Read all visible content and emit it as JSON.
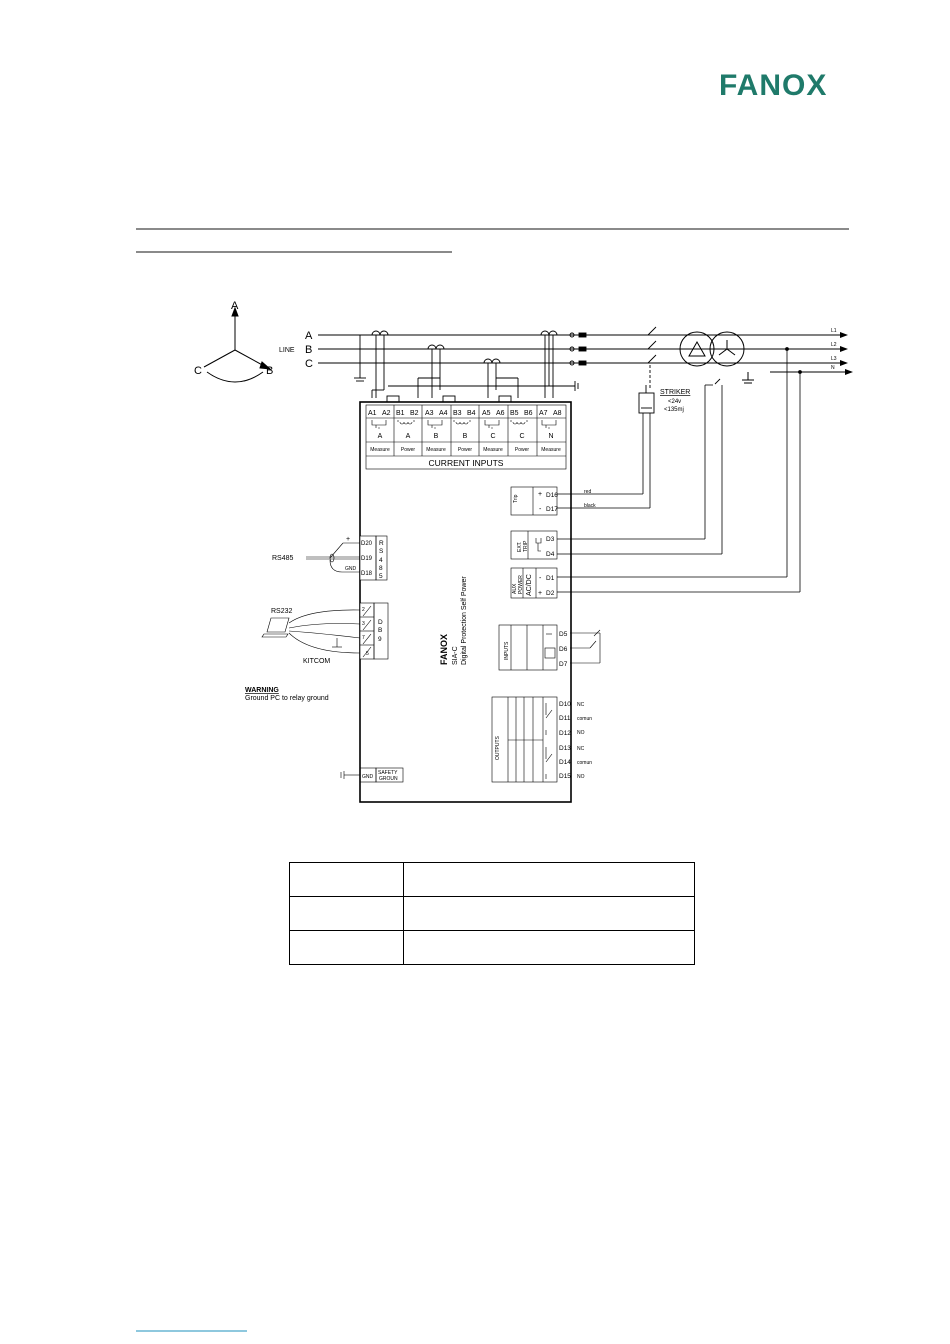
{
  "logo": {
    "text": "FANOX",
    "color": "#1f7a6a"
  },
  "phasor": {
    "a": "A",
    "b": "B",
    "c": "C"
  },
  "line": {
    "label": "LINE",
    "a": "A",
    "b": "B",
    "c": "C"
  },
  "load": {
    "l1": "L1",
    "l2": "L2",
    "l3": "L3",
    "n": "N"
  },
  "striker": {
    "title": "STRIKER",
    "spec1": "<24v",
    "spec2": "<135mj"
  },
  "current_inputs": {
    "title": "CURRENT INPUTS",
    "terminals": [
      "A1",
      "A2",
      "B1",
      "B2",
      "A3",
      "A4",
      "B3",
      "B4",
      "A5",
      "A6",
      "B5",
      "B6",
      "A7",
      "A8"
    ],
    "phases": [
      "A",
      "A",
      "B",
      "B",
      "C",
      "C",
      "N"
    ],
    "types": [
      "Measure",
      "Power",
      "Measure",
      "Power",
      "Measure",
      "Power",
      "Measure"
    ]
  },
  "device": {
    "brand": "FANOX",
    "model": "SIA-C",
    "description": "Digital Protection Self Power"
  },
  "trip": {
    "label": "Trip",
    "plus": "+",
    "minus": "-",
    "t1": "D16",
    "t2": "D17",
    "w1": "red",
    "w2": "black"
  },
  "ext_trip": {
    "label1": "EXT.",
    "label2": "TRIP",
    "t1": "D3",
    "t2": "D4"
  },
  "aux_power": {
    "label1": "AUX",
    "label2": "POWER",
    "label3": "AC/DC",
    "minus": "-",
    "plus": "+",
    "t1": "D1",
    "t2": "D2"
  },
  "inputs": {
    "label": "INPUTS",
    "t1": "D5",
    "t2": "D6",
    "t3": "D7"
  },
  "outputs": {
    "label": "OUTPUTS",
    "t": [
      "D10",
      "D11",
      "D12",
      "D13",
      "D14",
      "D15"
    ],
    "w": [
      "NC",
      "comun",
      "NO",
      "NC",
      "comun",
      "NO"
    ]
  },
  "rs485": {
    "label": "RS485",
    "plus": "+",
    "gnd": "GND",
    "t": [
      "D20",
      "D19",
      "D18"
    ],
    "code": [
      "R",
      "S",
      "4",
      "8",
      "5"
    ]
  },
  "rs232": {
    "label": "RS232",
    "kit": "KITCOM",
    "pins": [
      "2",
      "3",
      "7",
      "5"
    ],
    "code": [
      "D",
      "B",
      "9"
    ]
  },
  "warning": {
    "title": "WARNING",
    "text": "Ground PC to relay ground"
  },
  "ground": {
    "gnd": "GND",
    "safety1": "SAFETY",
    "safety2": "GROUN"
  }
}
